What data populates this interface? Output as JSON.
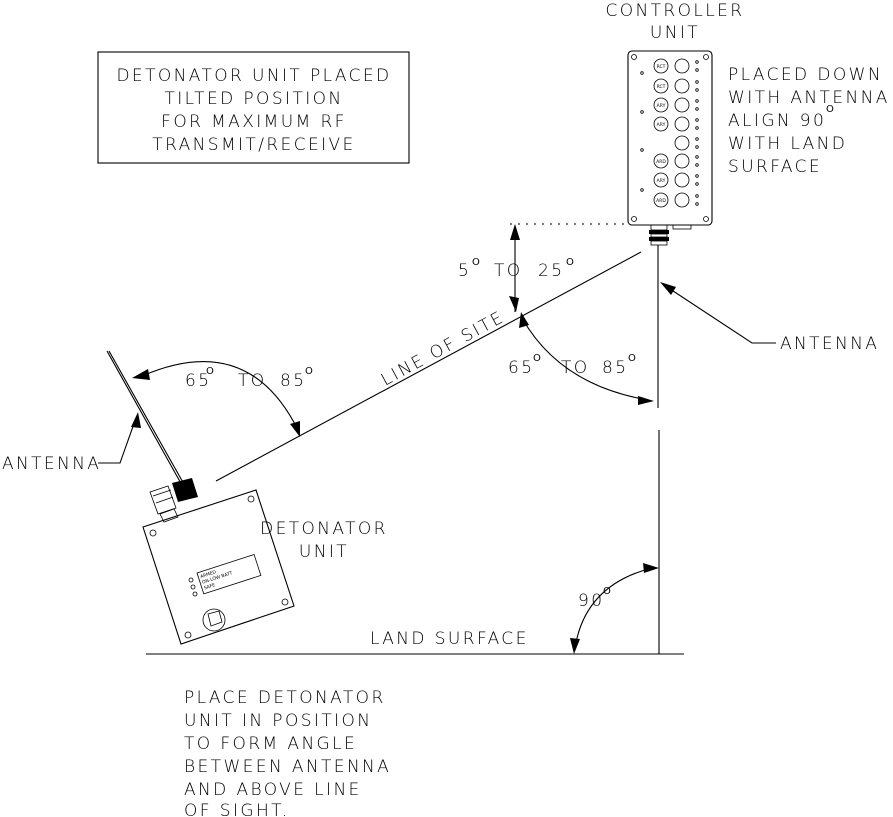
{
  "note_box": {
    "lines": [
      "DETONATOR UNIT PLACED",
      "TILTED POSITION",
      "FOR MAXIMUM RF",
      "TRANSMIT/RECEIVE"
    ]
  },
  "controller": {
    "title_lines": [
      "CONTROLLER",
      "UNIT"
    ],
    "note_lines": [
      "PLACED DOWN",
      "WITH ANTENNA",
      "ALIGN 90",
      "WITH LAND",
      "SURFACE"
    ],
    "note_superscript": "O",
    "button_labels": [
      "RCT",
      "RCT",
      "ARY",
      "ARY",
      "",
      "ARD",
      "ARY",
      "ARD"
    ],
    "antenna_label": "ANTENNA"
  },
  "detonator": {
    "title_lines": [
      "DETONATOR",
      "UNIT"
    ],
    "display_lines": [
      "ARMED",
      "ON-LOW BATT",
      "SAFE"
    ],
    "antenna_label": "ANTENNA"
  },
  "angles": {
    "tilt_range": {
      "from": "5",
      "to_word": "TO",
      "to": "25"
    },
    "left_range": {
      "from": "65",
      "to_word": "TO",
      "to": "85"
    },
    "right_range": {
      "from": "65",
      "to_word": "TO",
      "to": "85"
    },
    "right_angle": "90",
    "degree_mark": "O"
  },
  "line_of_site_label": "LINE OF SITE",
  "land_surface_label": "LAND SURFACE",
  "instruction": {
    "lines": [
      "PLACE DETONATOR",
      "UNIT IN POSITION",
      "TO FORM ANGLE",
      "BETWEEN ANTENNA",
      "AND ABOVE LINE",
      "OF SIGHT."
    ]
  }
}
